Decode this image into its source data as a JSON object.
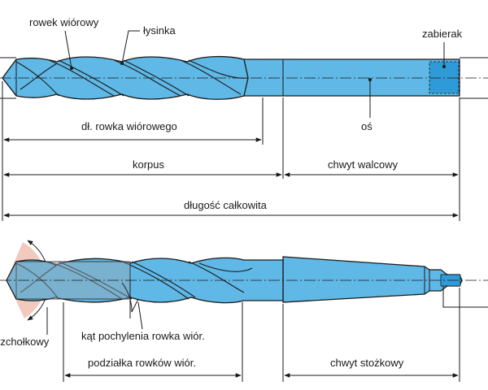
{
  "top_drill": {
    "label_flute": "rowek wiórowy",
    "label_land": "łysinka",
    "label_tang": "zabierak",
    "label_axis": "oś",
    "dim_flute_length": "dł. rowka wiórowego",
    "dim_body": "korpus",
    "dim_shank": "chwyt walcowy",
    "dim_total": "długość całkowita"
  },
  "bottom_drill": {
    "label_point_angle": "rzchołkowy",
    "label_helix_angle": "kąt pochylenia rowka wiór.",
    "dim_flute_pitch": "podziałka rowków wiór.",
    "dim_shank": "chwyt stożkowy"
  },
  "colors": {
    "drill_blue": "#5fb8e6",
    "tang_blue": "#2e9ad8",
    "angle_pink": "#f2c9bd",
    "line": "#1a1a1a"
  }
}
